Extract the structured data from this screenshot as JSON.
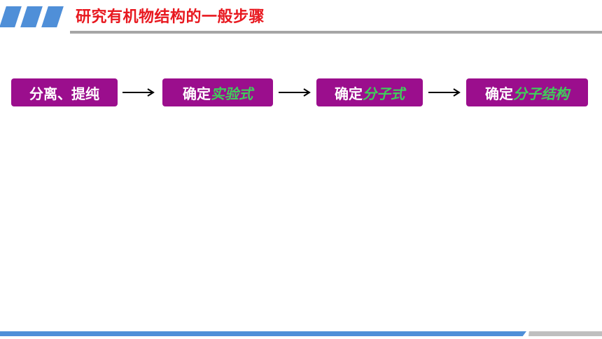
{
  "title": "研究有机物结构的一般步骤",
  "steps": [
    {
      "text": "分离、提纯",
      "highlight": ""
    },
    {
      "text": "确定",
      "highlight": "实验式"
    },
    {
      "text": "确定",
      "highlight": "分子式"
    },
    {
      "text": "确定",
      "highlight": "分子结构"
    }
  ],
  "colors": {
    "title": "#e8181f",
    "step_bg": "#9b0e8d",
    "highlight": "#3fce5a",
    "accent_blue": "#4f8fd8"
  }
}
